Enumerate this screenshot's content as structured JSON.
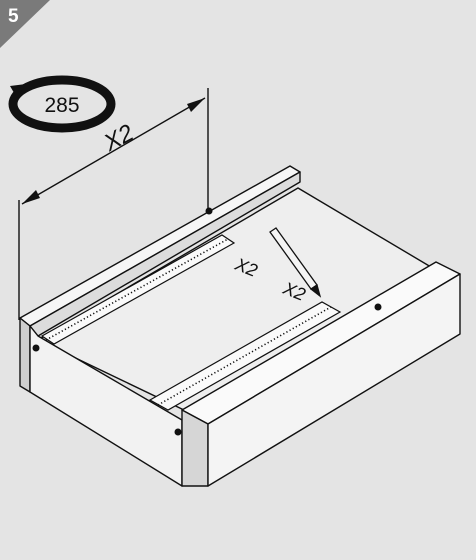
{
  "step": {
    "number": "5"
  },
  "length_callout": {
    "value": "285"
  },
  "measure": {
    "multiplier": "X2"
  },
  "tape_marks": [
    {
      "text": "X2"
    },
    {
      "text": "X2"
    }
  ],
  "colors": {
    "background": "#e4e4e4",
    "corner_tab": "#7a7a7a",
    "line": "#111111",
    "panel": "#f4f4f4",
    "panel_shade": "#d9d9d9"
  }
}
